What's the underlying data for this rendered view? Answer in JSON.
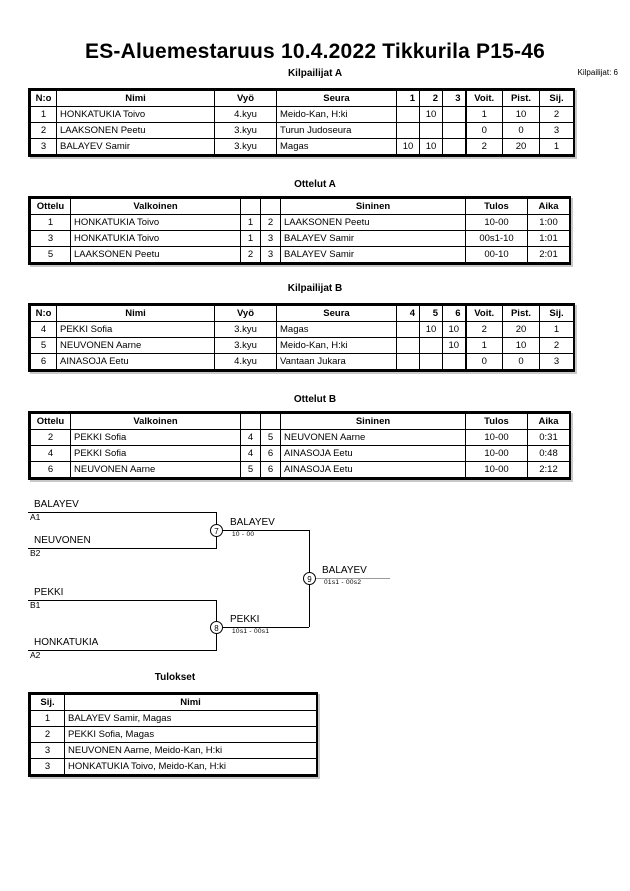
{
  "header": {
    "title": "ES-Aluemestaruus  10.4.2022  Tikkurila   P15-46",
    "entrants": "Kilpailijat: 6"
  },
  "pool_a": {
    "caption": "Kilpailijat A",
    "columns": [
      "N:o",
      "Nimi",
      "Vyö",
      "Seura",
      "1",
      "2",
      "3",
      "Voit.",
      "Pist.",
      "Sij."
    ],
    "rows": [
      {
        "no": "1",
        "name": "HONKATUKIA Toivo",
        "belt": "4.kyu",
        "club": "Meido-Kan, H:ki",
        "m1": "",
        "m2": "10",
        "m3": "",
        "wins": "1",
        "points": "10",
        "rank": "2"
      },
      {
        "no": "2",
        "name": "LAAKSONEN Peetu",
        "belt": "3.kyu",
        "club": "Turun Judoseura",
        "m1": "",
        "m2": "",
        "m3": "",
        "wins": "0",
        "points": "0",
        "rank": "3"
      },
      {
        "no": "3",
        "name": "BALAYEV Samir",
        "belt": "3.kyu",
        "club": "Magas",
        "m1": "10",
        "m2": "10",
        "m3": "",
        "wins": "2",
        "points": "20",
        "rank": "1"
      }
    ]
  },
  "matches_a": {
    "caption": "Ottelut A",
    "columns": [
      "Ottelu",
      "Valkoinen",
      "",
      "",
      "Sininen",
      "Tulos",
      "Aika"
    ],
    "rows": [
      {
        "match": "1",
        "white": "HONKATUKIA Toivo",
        "wno": "1",
        "bno": "2",
        "blue": "LAAKSONEN Peetu",
        "result": "10-00",
        "time": "1:00"
      },
      {
        "match": "3",
        "white": "HONKATUKIA Toivo",
        "wno": "1",
        "bno": "3",
        "blue": "BALAYEV Samir",
        "result": "00s1-10",
        "time": "1:01"
      },
      {
        "match": "5",
        "white": "LAAKSONEN Peetu",
        "wno": "2",
        "bno": "3",
        "blue": "BALAYEV Samir",
        "result": "00-10",
        "time": "2:01"
      }
    ]
  },
  "pool_b": {
    "caption": "Kilpailijat B",
    "columns": [
      "N:o",
      "Nimi",
      "Vyö",
      "Seura",
      "4",
      "5",
      "6",
      "Voit.",
      "Pist.",
      "Sij."
    ],
    "rows": [
      {
        "no": "4",
        "name": "PEKKI Sofia",
        "belt": "3.kyu",
        "club": "Magas",
        "m1": "",
        "m2": "10",
        "m3": "10",
        "wins": "2",
        "points": "20",
        "rank": "1"
      },
      {
        "no": "5",
        "name": "NEUVONEN Aarne",
        "belt": "3.kyu",
        "club": "Meido-Kan, H:ki",
        "m1": "",
        "m2": "",
        "m3": "10",
        "wins": "1",
        "points": "10",
        "rank": "2"
      },
      {
        "no": "6",
        "name": "AINASOJA Eetu",
        "belt": "4.kyu",
        "club": "Vantaan Jukara",
        "m1": "",
        "m2": "",
        "m3": "",
        "wins": "0",
        "points": "0",
        "rank": "3"
      }
    ]
  },
  "matches_b": {
    "caption": "Ottelut B",
    "columns": [
      "Ottelu",
      "Valkoinen",
      "",
      "",
      "Sininen",
      "Tulos",
      "Aika"
    ],
    "rows": [
      {
        "match": "2",
        "white": "PEKKI Sofia",
        "wno": "4",
        "bno": "5",
        "blue": "NEUVONEN Aarne",
        "result": "10-00",
        "time": "0:31"
      },
      {
        "match": "4",
        "white": "PEKKI Sofia",
        "wno": "4",
        "bno": "6",
        "blue": "AINASOJA Eetu",
        "result": "10-00",
        "time": "0:48"
      },
      {
        "match": "6",
        "white": "NEUVONEN Aarne",
        "wno": "5",
        "bno": "6",
        "blue": "AINASOJA Eetu",
        "result": "10-00",
        "time": "2:12"
      }
    ]
  },
  "bracket": {
    "entries": [
      {
        "name": "BALAYEV",
        "seed": "A1"
      },
      {
        "name": "NEUVONEN",
        "seed": "B2"
      },
      {
        "name": "PEKKI",
        "seed": "B1"
      },
      {
        "name": "HONKATUKIA",
        "seed": "A2"
      }
    ],
    "semifinal_1": {
      "node": "7",
      "winner": "BALAYEV",
      "score": "10 - 00"
    },
    "semifinal_2": {
      "node": "8",
      "winner": "PEKKI",
      "score": "10s1 - 00s1"
    },
    "final": {
      "node": "9",
      "winner": "BALAYEV",
      "score": "01s1 - 00s2"
    }
  },
  "results": {
    "caption": "Tulokset",
    "columns": [
      "Sij.",
      "Nimi"
    ],
    "rows": [
      {
        "rank": "1",
        "name": "BALAYEV Samir, Magas"
      },
      {
        "rank": "2",
        "name": "PEKKI Sofia, Magas"
      },
      {
        "rank": "3",
        "name": "NEUVONEN Aarne, Meido-Kan, H:ki"
      },
      {
        "rank": "3",
        "name": "HONKATUKIA Toivo, Meido-Kan, H:ki"
      }
    ]
  }
}
